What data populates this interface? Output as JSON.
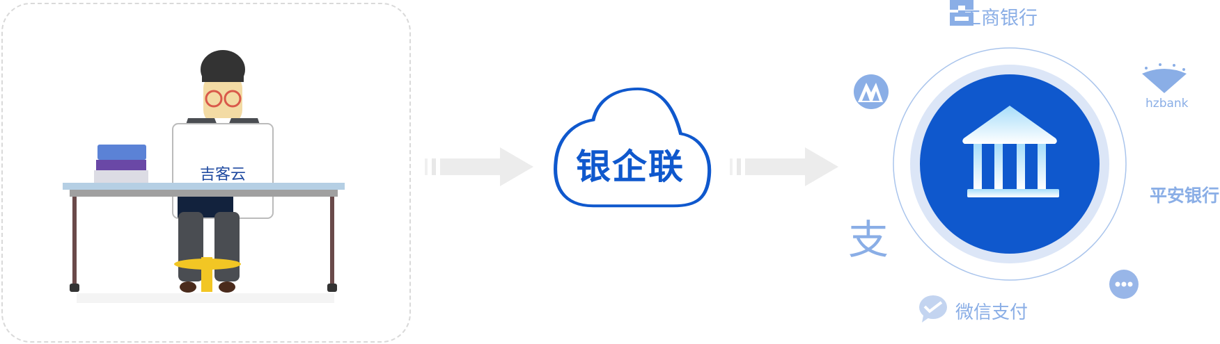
{
  "user_side": {
    "laptop_brand": "吉客云"
  },
  "cloud": {
    "label": "银企联"
  },
  "banks": {
    "icbc": "工商银行",
    "hzbank": "hzbank",
    "pingan": "平安银行",
    "alipay": "支",
    "wechat_pay": "微信支付"
  },
  "colors": {
    "primary": "#0f58cd",
    "logo": "#8aaee6",
    "ring": "#dce6f7",
    "arrow": "#ececec"
  }
}
